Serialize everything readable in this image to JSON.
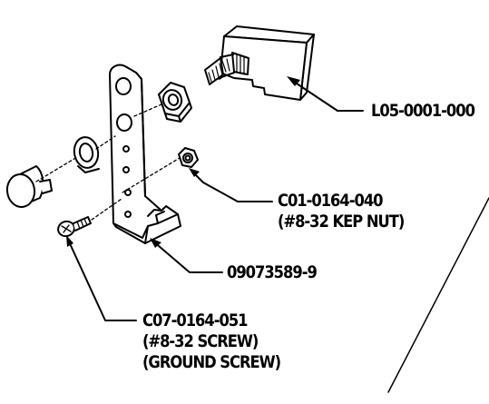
{
  "callouts": {
    "sensor": {
      "part_number": "L05-0001-000"
    },
    "nut": {
      "part_number": "C01-0164-040",
      "description": "(#8-32 KEP NUT)"
    },
    "bracket": {
      "part_number": "09073589-9"
    },
    "screw": {
      "part_number": "C07-0164-051",
      "description": "(#8-32 SCREW)",
      "note": "(GROUND SCREW)"
    }
  },
  "colors": {
    "line": "#000000",
    "background": "#ffffff"
  }
}
